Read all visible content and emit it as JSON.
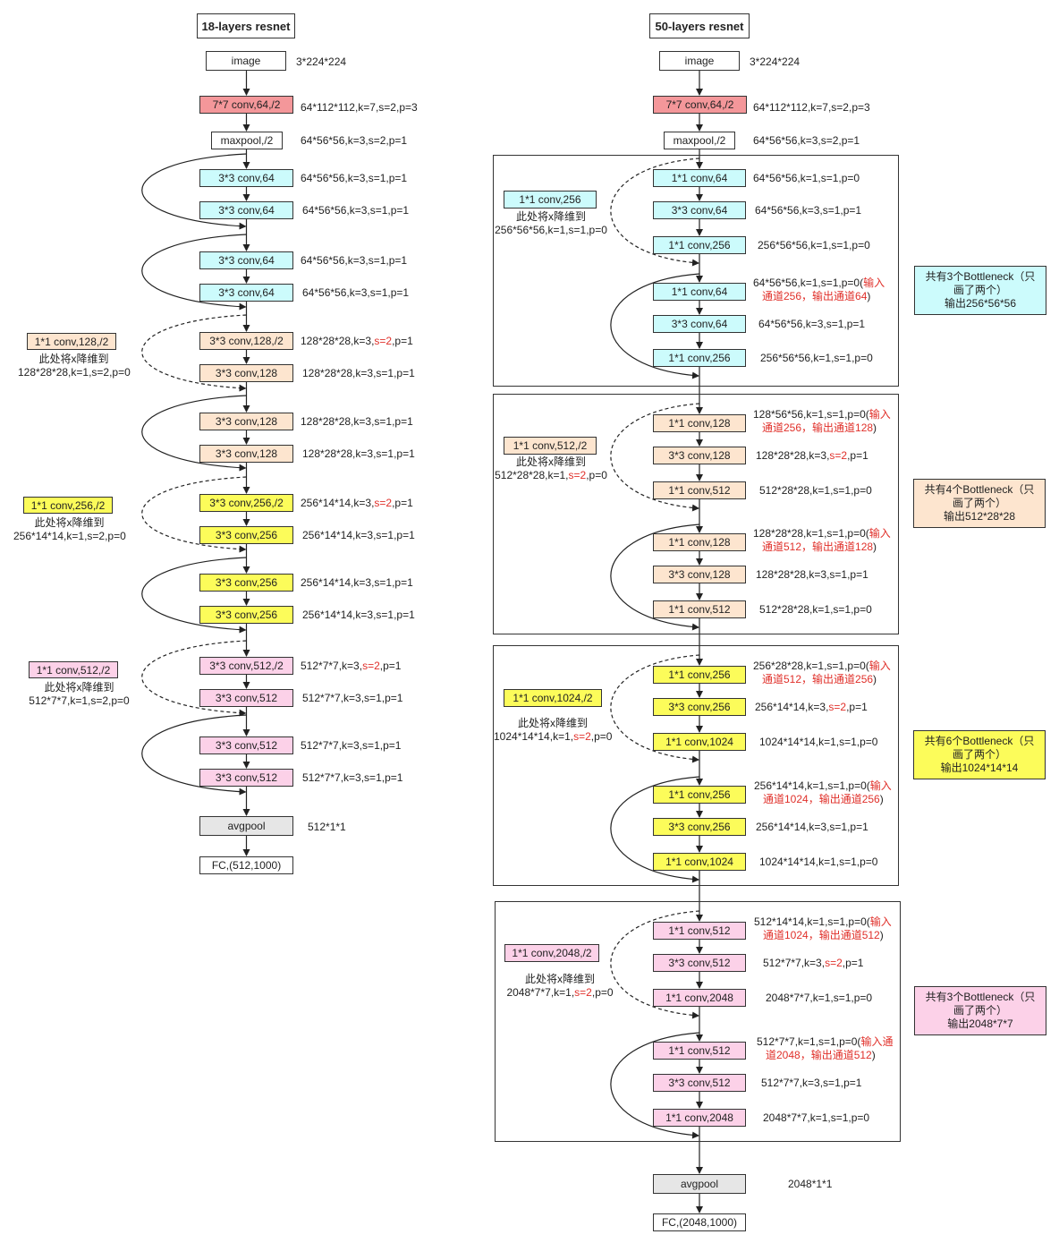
{
  "colors": {
    "red": "#f4979a",
    "cyan": "#ccfbfc",
    "peach": "#fde5cf",
    "yellow": "#fcfc5a",
    "pink": "#fcd1e8",
    "gray": "#e6e6e6",
    "white": "#ffffff",
    "accent_red": "#e0302a"
  },
  "left": {
    "title": "18-layers resnet",
    "image": {
      "label": "image",
      "ann": "3*224*224"
    },
    "conv1": {
      "label": "7*7 conv,64,/2",
      "ann": "64*112*112,k=7,s=2,p=3"
    },
    "maxpool": {
      "label": "maxpool,/2",
      "ann": "64*56*56,k=3,s=2,p=1"
    },
    "layers": [
      {
        "label": "3*3 conv,64",
        "ann": "64*56*56,k=3,s=1,p=1"
      },
      {
        "label": "3*3 conv,64",
        "ann": "64*56*56,k=3,s=1,p=1"
      },
      {
        "label": "3*3 conv,64",
        "ann": "64*56*56,k=3,s=1,p=1"
      },
      {
        "label": "3*3 conv,64",
        "ann": "64*56*56,k=3,s=1,p=1"
      },
      {
        "label": "3*3 conv,128,/2",
        "ann_a": "128*28*28,k=3,",
        "ann_red": "s=2",
        "ann_b": ",p=1"
      },
      {
        "label": "3*3 conv,128",
        "ann": "128*28*28,k=3,s=1,p=1"
      },
      {
        "label": "3*3 conv,128",
        "ann": "128*28*28,k=3,s=1,p=1"
      },
      {
        "label": "3*3 conv,128",
        "ann": "128*28*28,k=3,s=1,p=1"
      },
      {
        "label": "3*3 conv,256,/2",
        "ann_a": "256*14*14,k=3,",
        "ann_red": "s=2",
        "ann_b": ",p=1"
      },
      {
        "label": "3*3 conv,256",
        "ann": "256*14*14,k=3,s=1,p=1"
      },
      {
        "label": "3*3 conv,256",
        "ann": "256*14*14,k=3,s=1,p=1"
      },
      {
        "label": "3*3 conv,256",
        "ann": "256*14*14,k=3,s=1,p=1"
      },
      {
        "label": "3*3 conv,512,/2",
        "ann_a": "512*7*7,k=3,",
        "ann_red": "s=2",
        "ann_b": ",p=1"
      },
      {
        "label": "3*3 conv,512",
        "ann": "512*7*7,k=3,s=1,p=1"
      },
      {
        "label": "3*3 conv,512",
        "ann": "512*7*7,k=3,s=1,p=1"
      },
      {
        "label": "3*3 conv,512",
        "ann": "512*7*7,k=3,s=1,p=1"
      }
    ],
    "shortcuts": [
      {
        "label": "1*1 conv,128,/2",
        "line1": "此处将x降维到",
        "line2": "128*28*28,k=1,s=2,p=0"
      },
      {
        "label": "1*1 conv,256,/2",
        "line1": "此处将x降维到",
        "line2": "256*14*14,k=1,s=2,p=0"
      },
      {
        "label": "1*1 conv,512,/2",
        "line1": "此处将x降维到",
        "line2": "512*7*7,k=1,s=2,p=0"
      }
    ],
    "avgpool": {
      "label": "avgpool",
      "ann": "512*1*1"
    },
    "fc": {
      "label": "FC,(512,1000)"
    }
  },
  "right": {
    "title": "50-layers resnet",
    "image": {
      "label": "image",
      "ann": "3*224*224"
    },
    "conv1": {
      "label": "7*7 conv,64,/2",
      "ann": "64*112*112,k=7,s=2,p=3"
    },
    "maxpool": {
      "label": "maxpool,/2",
      "ann": "64*56*56,k=3,s=2,p=1"
    },
    "stages": [
      {
        "layers": [
          {
            "label": "1*1 conv,64",
            "ann": "64*56*56,k=1,s=1,p=0"
          },
          {
            "label": "3*3 conv,64",
            "ann": "64*56*56,k=3,s=1,p=1"
          },
          {
            "label": "1*1 conv,256",
            "ann": "256*56*56,k=1,s=1,p=0"
          },
          {
            "label": "1*1 conv,64",
            "ann_a": "64*56*56,k=1,s=1,p=0(",
            "ann_red1": "输入",
            "ann_red2": "通道256，输出通道64",
            "ann_b": ")"
          },
          {
            "label": "3*3 conv,64",
            "ann": "64*56*56,k=3,s=1,p=1"
          },
          {
            "label": "1*1 conv,256",
            "ann": "256*56*56,k=1,s=1,p=0"
          }
        ],
        "shortcut": {
          "label": "1*1 conv,256",
          "line1": "此处将x降维到",
          "line2": "256*56*56,k=1,s=1,p=0"
        },
        "summary": [
          "共有3个Bottleneck（只",
          "画了两个）",
          "输出256*56*56"
        ]
      },
      {
        "layers": [
          {
            "label": "1*1 conv,128",
            "ann_a": "128*56*56,k=1,s=1,p=0(",
            "ann_red1": "输入",
            "ann_red2": "通道256，输出通道128",
            "ann_b": ")"
          },
          {
            "label": "3*3 conv,128",
            "ann_a": "128*28*28,k=3,",
            "ann_red": "s=2",
            "ann_b": ",p=1"
          },
          {
            "label": "1*1 conv,512",
            "ann": "512*28*28,k=1,s=1,p=0"
          },
          {
            "label": "1*1 conv,128",
            "ann_a": "128*28*28,k=1,s=1,p=0(",
            "ann_red1": "输入",
            "ann_red2": "通道512，输出通道128",
            "ann_b": ")"
          },
          {
            "label": "3*3 conv,128",
            "ann": "128*28*28,k=3,s=1,p=1"
          },
          {
            "label": "1*1 conv,512",
            "ann": "512*28*28,k=1,s=1,p=0"
          }
        ],
        "shortcut": {
          "label": "1*1 conv,512,/2",
          "line1": "此处将x降维到",
          "line2_a": "512*28*28,k=1,",
          "line2_red": "s=2",
          "line2_b": ",p=0"
        },
        "summary": [
          "共有4个Bottleneck（只",
          "画了两个）",
          "输出512*28*28"
        ]
      },
      {
        "layers": [
          {
            "label": "1*1 conv,256",
            "ann_a": "256*28*28,k=1,s=1,p=0(",
            "ann_red1": "输入",
            "ann_red2": "通道512，输出通道256",
            "ann_b": ")"
          },
          {
            "label": "3*3 conv,256",
            "ann_a": "256*14*14,k=3,",
            "ann_red": "s=2",
            "ann_b": ",p=1"
          },
          {
            "label": "1*1 conv,1024",
            "ann": "1024*14*14,k=1,s=1,p=0"
          },
          {
            "label": "1*1 conv,256",
            "ann_a": "256*14*14,k=1,s=1,p=0(",
            "ann_red1": "输入",
            "ann_red2": "通道1024，输出通道256",
            "ann_b": ")"
          },
          {
            "label": "3*3 conv,256",
            "ann": "256*14*14,k=3,s=1,p=1"
          },
          {
            "label": "1*1 conv,1024",
            "ann": "1024*14*14,k=1,s=1,p=0"
          }
        ],
        "shortcut": {
          "label": "1*1 conv,1024,/2",
          "line1": "此处将x降维到",
          "line2_a": "1024*14*14,k=1,",
          "line2_red": "s=2",
          "line2_b": ",p=0"
        },
        "summary": [
          "共有6个Bottleneck（只",
          "画了两个）",
          "输出1024*14*14"
        ]
      },
      {
        "layers": [
          {
            "label": "1*1 conv,512",
            "ann_a": "512*14*14,k=1,s=1,p=0(",
            "ann_red1": "输入",
            "ann_red2": "通道1024，输出通道512",
            "ann_b": ")"
          },
          {
            "label": "3*3 conv,512",
            "ann_a": "512*7*7,k=3,",
            "ann_red": "s=2",
            "ann_b": ",p=1"
          },
          {
            "label": "1*1 conv,2048",
            "ann": "2048*7*7,k=1,s=1,p=0"
          },
          {
            "label": "1*1 conv,512",
            "ann_a": "512*7*7,k=1,s=1,p=0(",
            "ann_red1": "输入通",
            "ann_red2": "道2048，输出通道512",
            "ann_b": ")"
          },
          {
            "label": "3*3 conv,512",
            "ann": "512*7*7,k=3,s=1,p=1"
          },
          {
            "label": "1*1 conv,2048",
            "ann": "2048*7*7,k=1,s=1,p=0"
          }
        ],
        "shortcut": {
          "label": "1*1 conv,2048,/2",
          "line1": "此处将x降维到",
          "line2_a": "2048*7*7,k=1,",
          "line2_red": "s=2",
          "line2_b": ",p=0"
        },
        "summary": [
          "共有3个Bottleneck（只",
          "画了两个）",
          "输出2048*7*7"
        ]
      }
    ],
    "avgpool": {
      "label": "avgpool",
      "ann": "2048*1*1"
    },
    "fc": {
      "label": "FC,(2048,1000)"
    }
  }
}
